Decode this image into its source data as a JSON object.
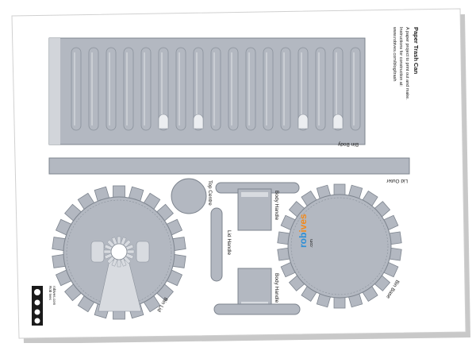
{
  "sheet": {
    "title": "Paper Trash Can",
    "lines": [
      "A paper project to print out and make.",
      "Instructions for construction at:",
      "www.robives.com/blog/trash"
    ],
    "logo_parts": [
      "rob",
      "ives",
      ".com"
    ],
    "license": [
      "Rob Ives",
      "robives.com",
      "2011"
    ]
  },
  "parts": {
    "bin_body": "Bin Body",
    "lid_outer": "Lid Outer",
    "top_centre": "Top Centre",
    "body_handle_top": "Body Handle",
    "body_handle_bottom": "Body Handle",
    "lid_handle": "Lid Handle",
    "bin_lid": "Bin Lid",
    "bin_base": "Bin Base"
  },
  "colors": {
    "part_fill": "#b3b8c1",
    "part_dark": "#9aa0aa",
    "part_light": "#d8dbe0",
    "line": "#6f7680",
    "ink": "#1a1a1a",
    "logo_blue": "#2d8fd6",
    "logo_orange": "#f28a1c",
    "shadow": "#c9c9c9"
  },
  "icons": {
    "license_badge": "creative-commons-badge-icon"
  }
}
